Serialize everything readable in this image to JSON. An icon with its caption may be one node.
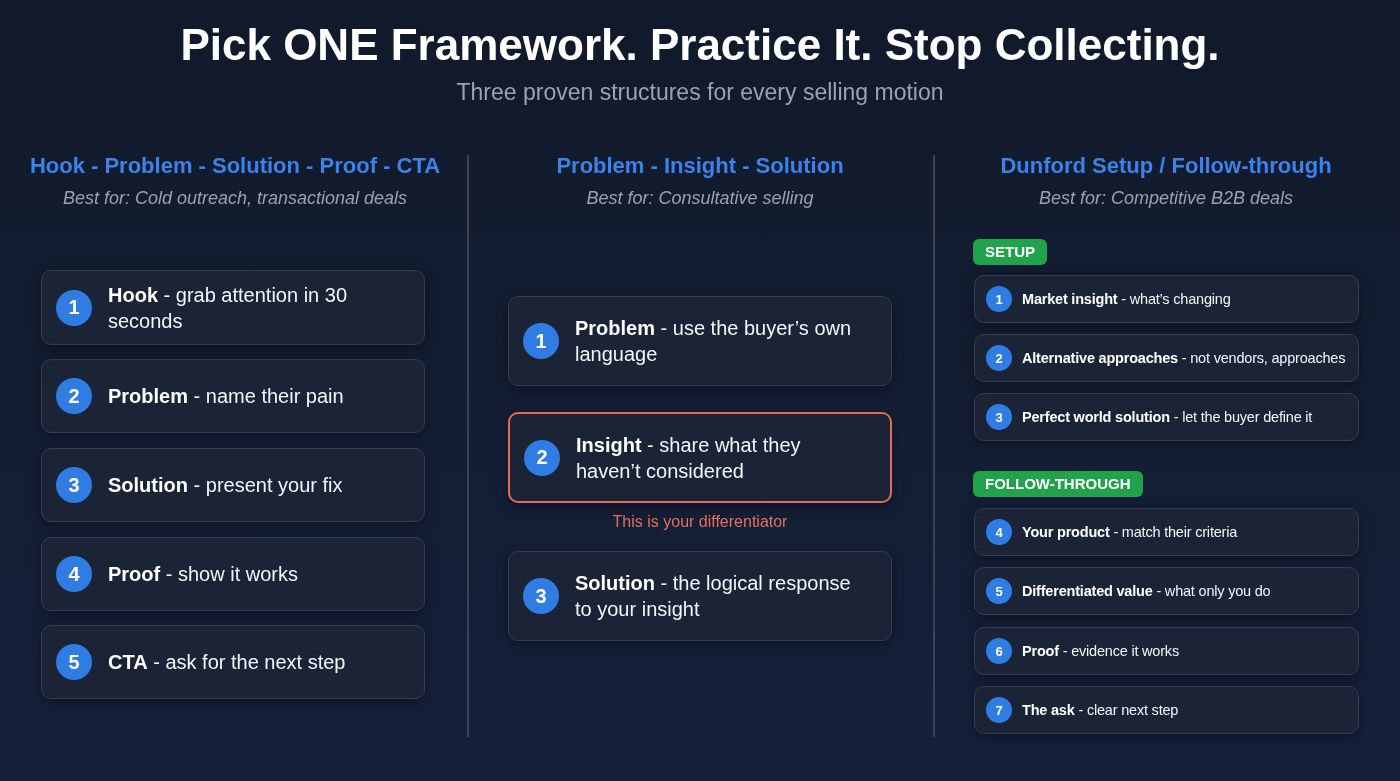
{
  "diagram": {
    "title": "Pick ONE Framework. Practice It. Stop Collecting.",
    "nodes": [
      {
        "text": [
          "**Hook** - grab attention in 30 seconds"
        ]
      },
      {
        "text": [
          "1"
        ],
        "in": 0
      },
      {
        "text": [
          "**Problem** - name their pain"
        ]
      },
      {
        "text": [
          "2"
        ],
        "in": 2
      },
      {
        "text": [
          "**Solution** - present your fix"
        ]
      },
      {
        "text": [
          "3"
        ],
        "in": 4
      },
      {
        "text": [
          "**Proof** - show it works"
        ]
      },
      {
        "text": [
          "4"
        ],
        "in": 6
      },
      {
        "text": [
          "**CTA** - ask for the next step"
        ]
      },
      {
        "text": [
          "5"
        ],
        "in": 8
      },
      {
        "text": [
          "**Problem** - use the buyer’s own language"
        ]
      },
      {
        "text": [
          "1"
        ],
        "in": 10
      },
      {
        "text": [
          "**Insight** - share what they haven’t considered"
        ],
        "beside": [
          "This is your differentiator"
        ]
      },
      {
        "text": [
          "2"
        ],
        "in": 12
      },
      {
        "text": [
          "**Solution** - the logical response to your insight"
        ]
      },
      {
        "text": [
          "3"
        ],
        "in": 14
      },
      {
        "text": [
          "SETUP"
        ]
      },
      {
        "text": [
          "**Market insight** - what’s changing"
        ]
      },
      {
        "text": [
          "1"
        ],
        "in": 17
      },
      {
        "text": [
          "**Alternative approaches** - not vendors, approaches"
        ]
      },
      {
        "text": [
          "2"
        ],
        "in": 19
      },
      {
        "text": [
          "**Perfect world solution** - let the buyer define it"
        ]
      },
      {
        "text": [
          "3"
        ],
        "in": 21
      },
      {
        "text": [
          "FOLLOW-THROUGH"
        ]
      },
      {
        "text": [
          "**Your product** - match their criteria"
        ]
      },
      {
        "text": [
          "4"
        ],
        "in": 24
      },
      {
        "text": [
          "**Differentiated value** - what only you do"
        ]
      },
      {
        "text": [
          "5"
        ],
        "in": 26
      },
      {
        "text": [
          "**Proof** - evidence it works"
        ]
      },
      {
        "text": [
          "6"
        ],
        "in": 28
      },
      {
        "text": [
          "**The ask** - clear next step"
        ]
      },
      {
        "text": [
          "7"
        ],
        "in": 30
      }
    ],
    "labels": [
      "Three proven structures for every selling motion",
      "Hook - Problem - Solution - Proof - CTA",
      "Best for: Cold outreach, transactional deals",
      "Problem - Insight - Solution",
      "Best for: Consultative selling",
      "Dunford Setup / Follow-through",
      "Best for: Competitive B2B deals"
    ]
  }
}
